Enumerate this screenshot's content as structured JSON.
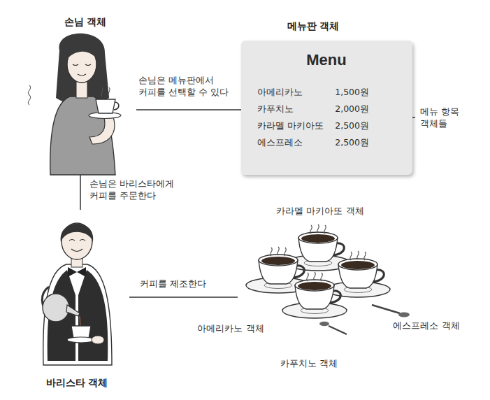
{
  "diagram": {
    "nodes": [
      {
        "text": [
          "손님 객체"
        ]
      },
      {
        "text": [
          "메뉴판 객체",
          "Menu"
        ]
      },
      {
        "text": [
          "바리스타 객체"
        ]
      },
      {
        "text": [
          "카라멜 마키아또 객체",
          "아메리카노 객체",
          "에스프레소 객체",
          "카푸치노 객체"
        ]
      }
    ],
    "edges": [
      {
        "from": 0,
        "to": 1,
        "label": "손님은 메뉴판에서 커피를 선택할 수 있다",
        "arrow": "none"
      },
      {
        "from": 0,
        "to": 2,
        "label": "손님은 바리스타에게 커피를 주문한다",
        "arrow": "none"
      },
      {
        "from": 2,
        "to": 3,
        "label": "커피를 제조한다",
        "arrow": "none"
      }
    ],
    "labels": [
      "아메리카노",
      "1,500원",
      "카푸치노",
      "2,000원",
      "카라멜 마키아또",
      "2,500원",
      "에스프레소",
      "2,500원",
      "메뉴 항목 객체들"
    ]
  }
}
